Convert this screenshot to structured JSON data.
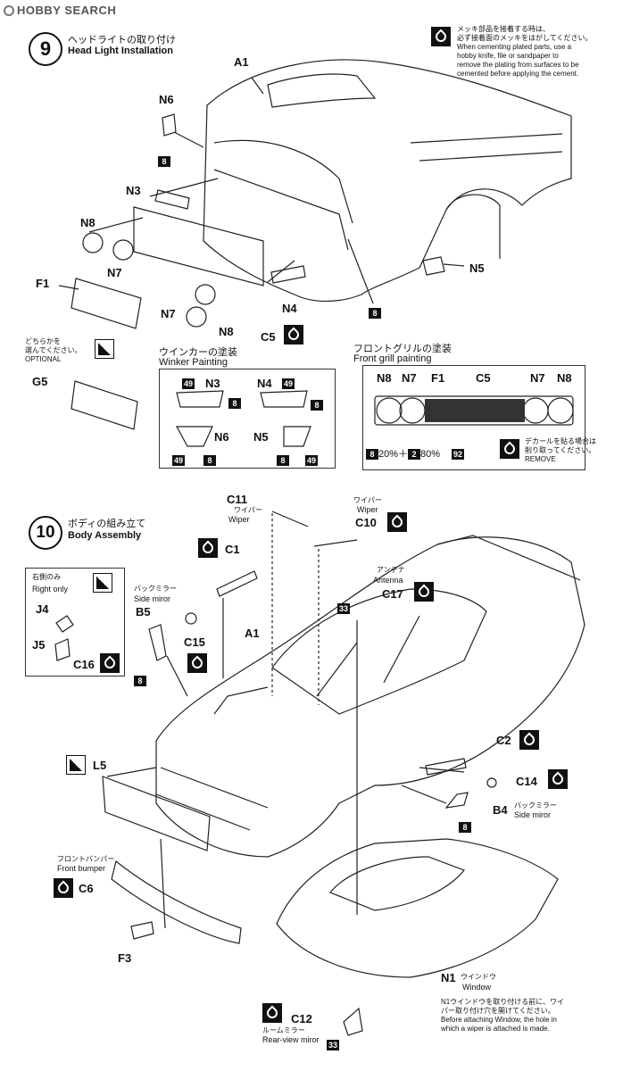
{
  "watermark": "HOBBY SEARCH",
  "step9": {
    "number": "9",
    "title_jp": "ヘッドライトの取り付け",
    "title_en": "Head Light Installation",
    "note_jp1": "メッキ部品を接着する時は、",
    "note_jp2": "必ず接着面のメッキをはがしてください。",
    "note_en1": "When cementing plated parts, use a",
    "note_en2": "hobby knife, file or sandpaper to",
    "note_en3": "remove the plating from surfaces to be",
    "note_en4": "cemented before applying the cement.",
    "parts": {
      "a1": "A1",
      "n6": "N6",
      "n3": "N3",
      "n8a": "N8",
      "n7a": "N7",
      "f1": "F1",
      "n7b": "N7",
      "n8b": "N8",
      "n4": "N4",
      "c5": "C5",
      "n5": "N5"
    },
    "paint8a": "8",
    "paint8b": "8",
    "paint8c": "8",
    "optional_jp1": "どちらかを",
    "optional_jp2": "選んでください。",
    "optional_en": "OPTIONAL",
    "g5": "G5",
    "winker": {
      "title_jp": "ウインカーの塗装",
      "title_en": "Winker Painting",
      "n3": "N3",
      "n4": "N4",
      "n6": "N6",
      "n5": "N5",
      "c49a": "49",
      "c8a": "8",
      "c49b": "49",
      "c8b": "8",
      "c49c": "49",
      "c8c": "8",
      "c8d": "8",
      "c49d": "49"
    },
    "grill": {
      "title_jp": "フロントグリルの塗装",
      "title_en": "Front grill painting",
      "n8a": "N8",
      "n7a": "N7",
      "f1": "F1",
      "c5": "C5",
      "n7b": "N7",
      "n8b": "N8",
      "mix_a": "8",
      "mix_a_pct": "20%＋",
      "mix_b": "2",
      "mix_b_pct": "80%",
      "c92": "92",
      "decal_jp1": "デカールを貼る場合は",
      "decal_jp2": "削り取ってください。",
      "decal_en": "REMOVE"
    }
  },
  "step10": {
    "number": "10",
    "title_jp": "ボディの組み立て",
    "title_en": "Body Assembly",
    "c11": "C11",
    "c11_jp": "ワイパー",
    "c11_en": "Wiper",
    "c10_jp": "ワイパー",
    "c10_en": "Wiper",
    "c10": "C10",
    "c1": "C1",
    "right_jp": "右側のみ",
    "right_en": "Right only",
    "j4": "J4",
    "j5": "J5",
    "c16": "C16",
    "b5_jp": "バックミラー",
    "b5_en": "Side miror",
    "b5": "B5",
    "c15": "C15",
    "paint8d": "8",
    "a1": "A1",
    "antenna_jp": "アンテナ",
    "antenna_en": "Antenna",
    "c17": "C17",
    "c33a": "33",
    "l5": "L5",
    "c2": "C2",
    "c14": "C14",
    "b4": "B4",
    "b4_jp": "バックミラー",
    "b4_en": "Side miror",
    "paint8e": "8",
    "bumper_jp": "フロントバンパー",
    "bumper_en": "Front bumper",
    "c6": "C6",
    "f3": "F3",
    "n1": "N1",
    "n1_jp": "ウインドウ",
    "n1_en": "Window",
    "window_jp1": "N1ウインドウを取り付ける前に、ワイ",
    "window_jp2": "パー取り付け穴を開けてください。",
    "window_en1": "Before attaching Window, the hole in",
    "window_en2": "which a wiper is attached is made.",
    "c12": "C12",
    "c12_jp": "ルームミラー",
    "c12_en": "Rear-view miror",
    "c33b": "33"
  }
}
